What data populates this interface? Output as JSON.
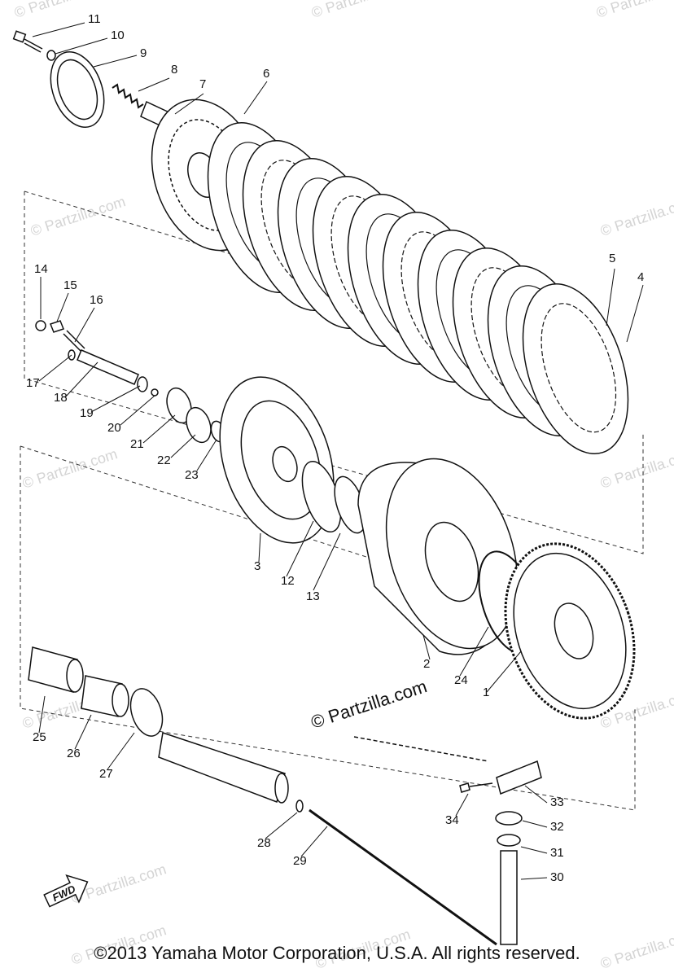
{
  "watermark": "© Partzilla.com",
  "callouts": [
    "1",
    "2",
    "3",
    "4",
    "5",
    "6",
    "7",
    "8",
    "9",
    "10",
    "11",
    "12",
    "13",
    "14",
    "15",
    "16",
    "17",
    "18",
    "19",
    "20",
    "21",
    "22",
    "23",
    "24",
    "25",
    "26",
    "27",
    "28",
    "29",
    "30",
    "31",
    "32",
    "33",
    "34"
  ],
  "fwd_label": "FWD",
  "copyright": "©2013 Yamaha Motor Corporation, U.S.A. All rights reserved."
}
